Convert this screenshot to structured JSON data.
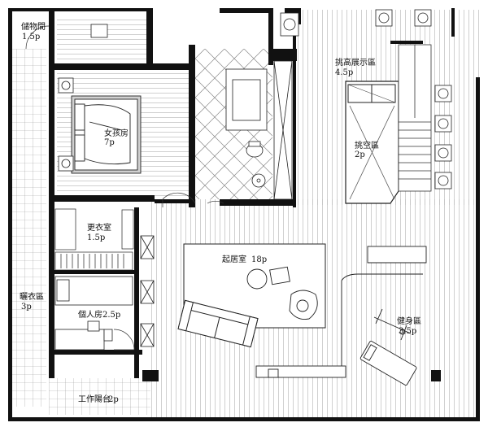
{
  "plan": {
    "rooms": {
      "storage": {
        "name": "儲物間",
        "area": "1.5p"
      },
      "master_bedroom": {
        "name": "女孩房",
        "area": "7p"
      },
      "loft_display": {
        "name": "挑高展示區",
        "area": "4.5p"
      },
      "void": {
        "name": "挑空區",
        "area": "2p"
      },
      "closet": {
        "name": "更衣室",
        "area": "1.5p"
      },
      "activity": {
        "name": "起居室",
        "area": "18p"
      },
      "laundry": {
        "name": "曬衣區",
        "area": "3p"
      },
      "private_room": {
        "name": "個人房",
        "area": "2.5p"
      },
      "gym": {
        "name": "健身區",
        "area": "3.5p"
      },
      "workshop": {
        "name": "工作陽台",
        "area": "2p"
      }
    },
    "colors": {
      "wall": "#111111",
      "line": "#333333",
      "hatch": "#7a7a7a",
      "bg": "#ffffff"
    },
    "icons": [
      "plant-icon",
      "sofa-icon",
      "bed-icon",
      "toilet-icon",
      "sink-icon",
      "treadmill-icon",
      "chair-icon",
      "table-icon"
    ]
  }
}
